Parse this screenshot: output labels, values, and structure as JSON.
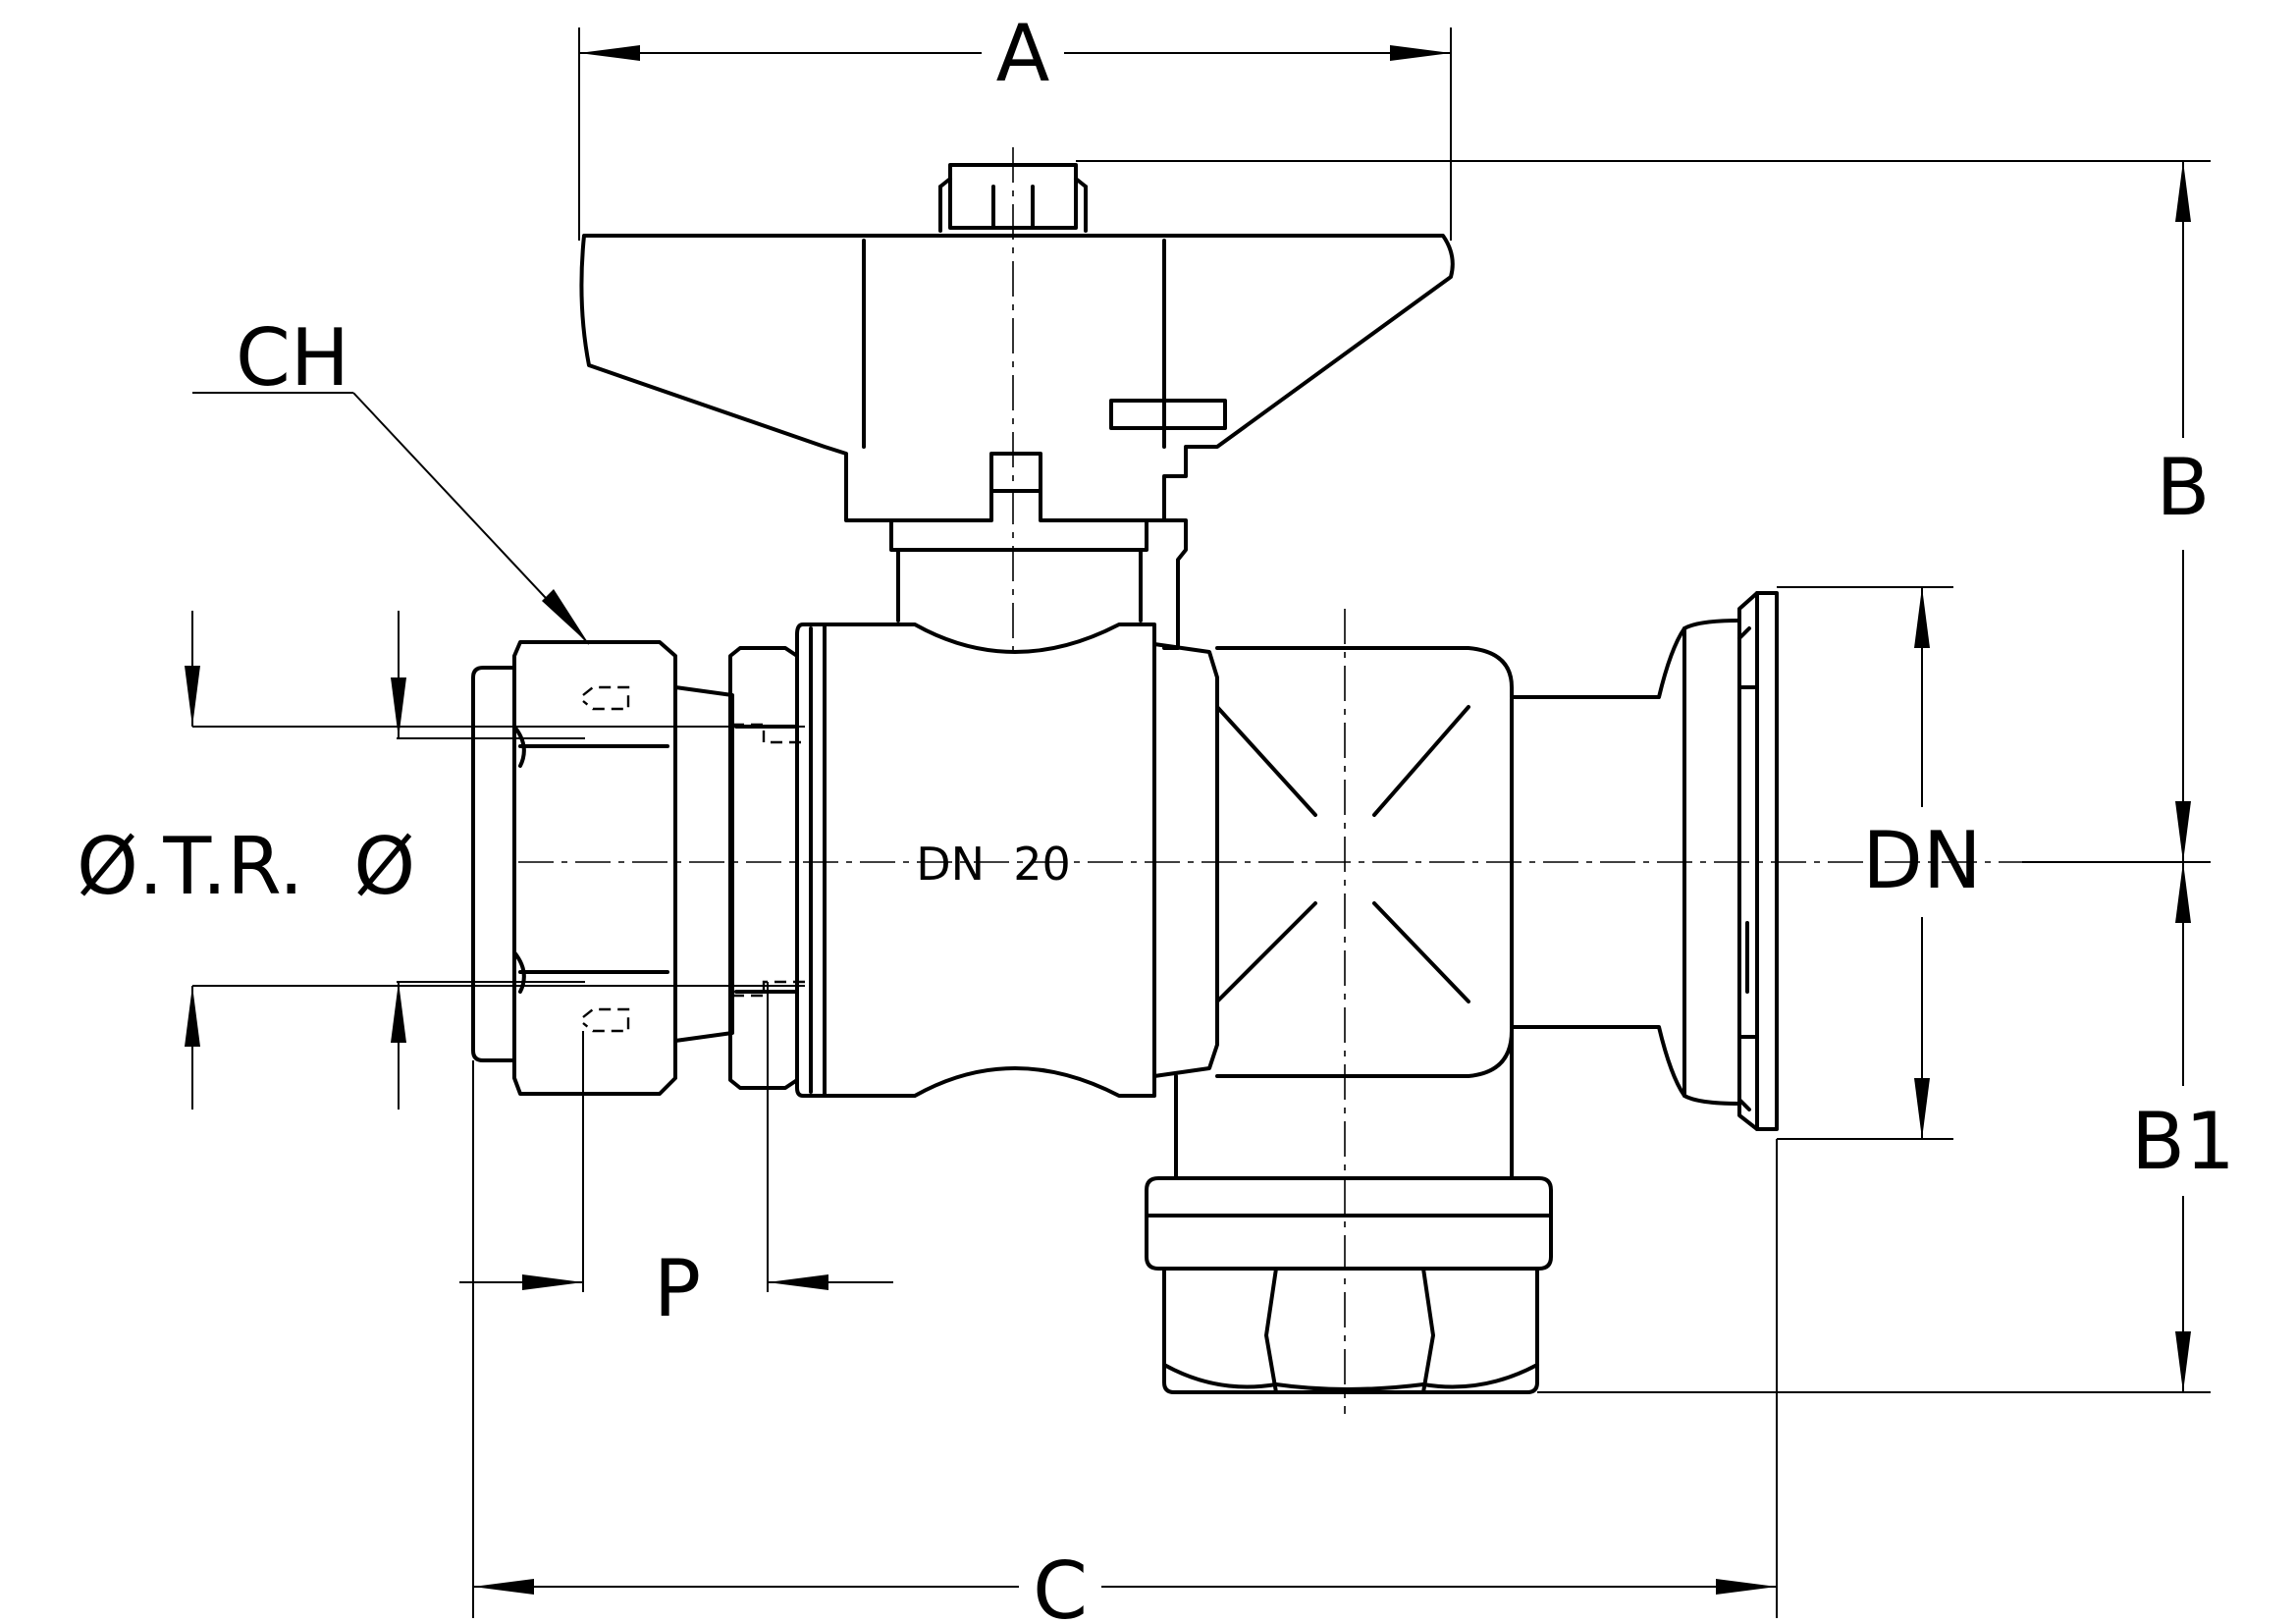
{
  "labels": {
    "a": "A",
    "b": "B",
    "b1": "B1",
    "c": "C",
    "ch": "CH",
    "dn": "DN",
    "p": "P",
    "otr": "Ø.T.R.  Ø",
    "body_marking": "DN  20"
  },
  "colors": {
    "line": "#000000",
    "background": "#ffffff"
  }
}
